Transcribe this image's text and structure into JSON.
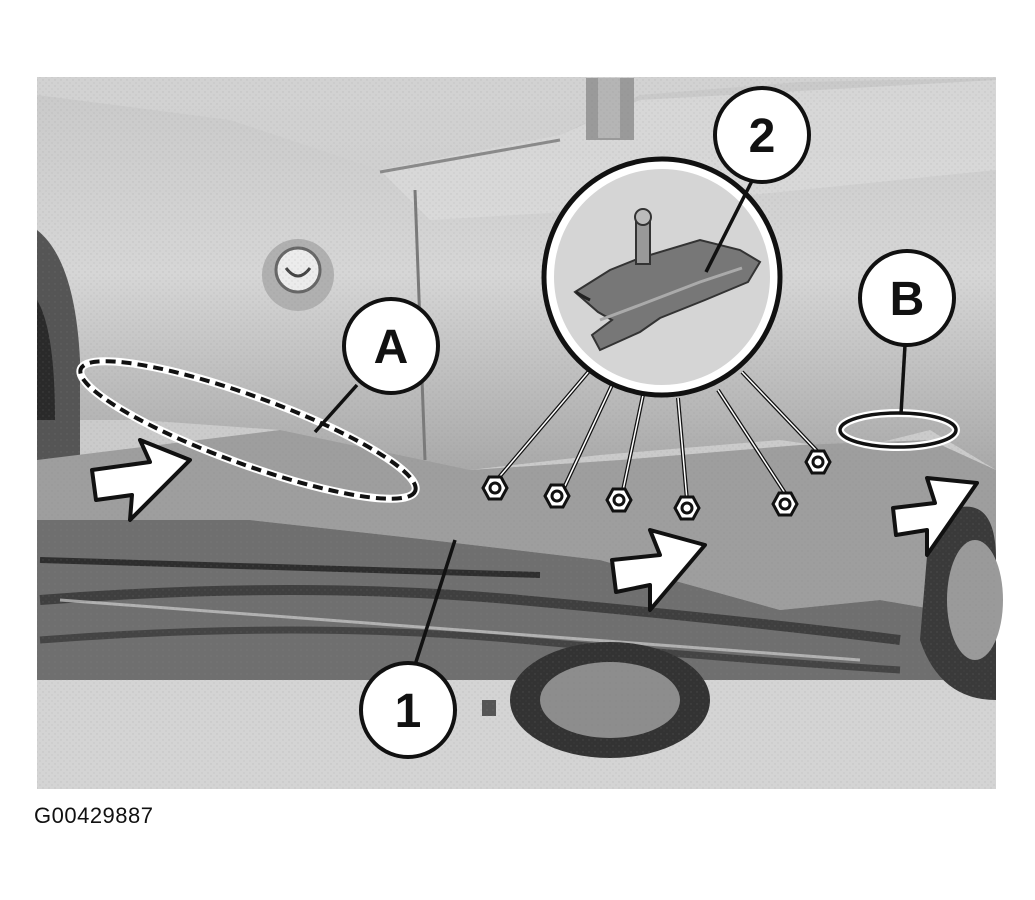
{
  "callouts": {
    "one": "1",
    "two": "2",
    "a": "A",
    "b": "B"
  },
  "figure_id": "G00429887"
}
